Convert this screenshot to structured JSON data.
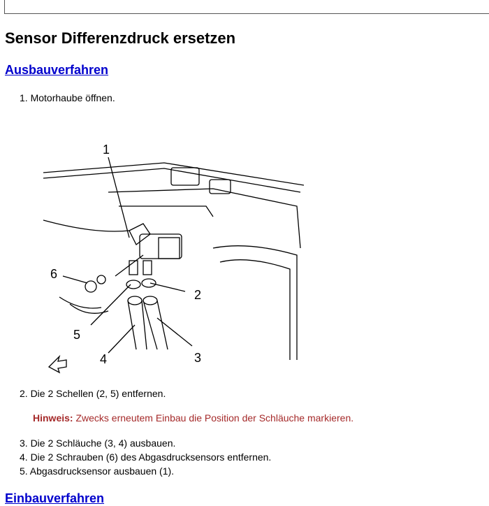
{
  "title": "Sensor Differenzdruck ersetzen",
  "removal": {
    "heading": "Ausbauverfahren",
    "steps": [
      "1. Motorhaube öffnen.",
      "2. Die 2 Schellen (2, 5) entfernen.",
      "3. Die 2 Schläuche (3, 4) ausbauen.",
      "4. Die 2 Schrauben (6) des Abgasdrucksensors entfernen.",
      "5. Abgasdrucksensor ausbauen (1)."
    ],
    "note": {
      "label": "Hinweis:",
      "text": " Zwecks erneutem Einbau die Position der Schläuche markieren."
    }
  },
  "diagram": {
    "callouts": [
      "1",
      "2",
      "3",
      "4",
      "5",
      "6"
    ]
  },
  "install": {
    "heading": "Einbauverfahren"
  }
}
